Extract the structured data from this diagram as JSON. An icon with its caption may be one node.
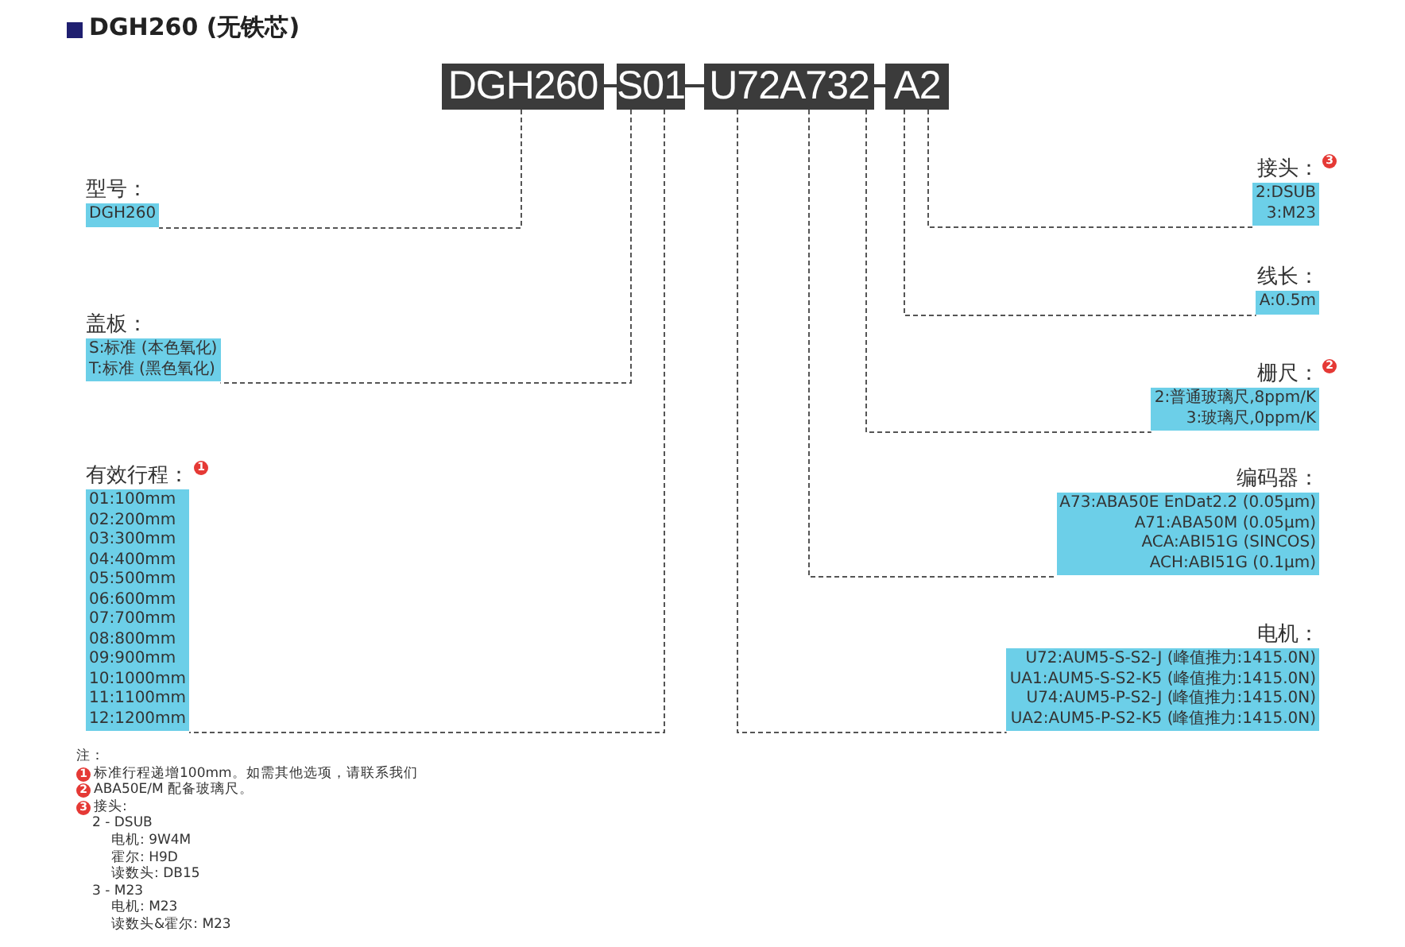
{
  "diagram": {
    "title": "DGH260 (无铁芯)",
    "nodes": [
      {
        "text": [
          "DGH260"
        ]
      },
      {
        "text": [
          "S01"
        ]
      },
      {
        "text": [
          "U72A732"
        ]
      },
      {
        "text": [
          "A2"
        ]
      },
      {
        "text": [
          "型号：",
          "DGH260"
        ]
      },
      {
        "text": [
          "盖板：",
          "S:标准 (本色氧化)",
          "T:标准 (黑色氧化)"
        ]
      },
      {
        "text": [
          "有效行程：",
          "01:100mm",
          "02:200mm",
          "03:300mm",
          "04:400mm",
          "05:500mm",
          "06:600mm",
          "07:700mm",
          "08:800mm",
          "09:900mm",
          "10:1000mm",
          "11:1100mm",
          "12:1200mm"
        ],
        "beside": [
          "1"
        ]
      },
      {
        "text": [
          "接头：",
          "2:DSUB",
          "3:M23"
        ],
        "beside": [
          "3"
        ]
      },
      {
        "text": [
          "线长：",
          "A:0.5m"
        ]
      },
      {
        "text": [
          "栅尺：",
          "2:普通玻璃尺,8ppm/K",
          "3:玻璃尺,0ppm/K"
        ],
        "beside": [
          "2"
        ]
      },
      {
        "text": [
          "编码器：",
          "A73:ABA50E EnDat2.2 (0.05µm)",
          "A71:ABA50M (0.05µm)",
          "ACA:ABI51G (SINCOS)",
          "ACH:ABI51G (0.1µm)"
        ]
      },
      {
        "text": [
          "电机：",
          "U72:AUM5-S-S2-J (峰值推力:1415.0N)",
          "UA1:AUM5-S-S2-K5 (峰值推力:1415.0N)",
          "U74:AUM5-P-S2-J (峰值推力:1415.0N)",
          "UA2:AUM5-P-S2-K5 (峰值推力:1415.0N)"
        ]
      }
    ],
    "edges": [
      {
        "from": 0,
        "to": 4,
        "arrow": "none",
        "style": "dashed"
      },
      {
        "from": 1,
        "to": 5,
        "arrow": "none",
        "style": "dashed"
      },
      {
        "from": 1,
        "to": 6,
        "arrow": "none",
        "style": "dashed"
      },
      {
        "from": 2,
        "to": 11,
        "arrow": "none",
        "style": "dashed"
      },
      {
        "from": 2,
        "to": 10,
        "arrow": "none",
        "style": "dashed"
      },
      {
        "from": 2,
        "to": 9,
        "arrow": "none",
        "style": "dashed"
      },
      {
        "from": 3,
        "to": 8,
        "arrow": "none",
        "style": "dashed"
      },
      {
        "from": 3,
        "to": 7,
        "arrow": "none",
        "style": "dashed"
      }
    ],
    "labels": [
      "注：",
      "1",
      "标准行程递增100mm。如需其他选项，请联系我们",
      "2",
      "ABA50E/M 配备玻璃尺。",
      "3",
      "接头:",
      "2 - DSUB",
      "电机: 9W4M",
      "霍尔: H9D",
      "读数头: DB15",
      "3 - M23",
      "电机: M23",
      "读数头&霍尔: M23"
    ]
  }
}
